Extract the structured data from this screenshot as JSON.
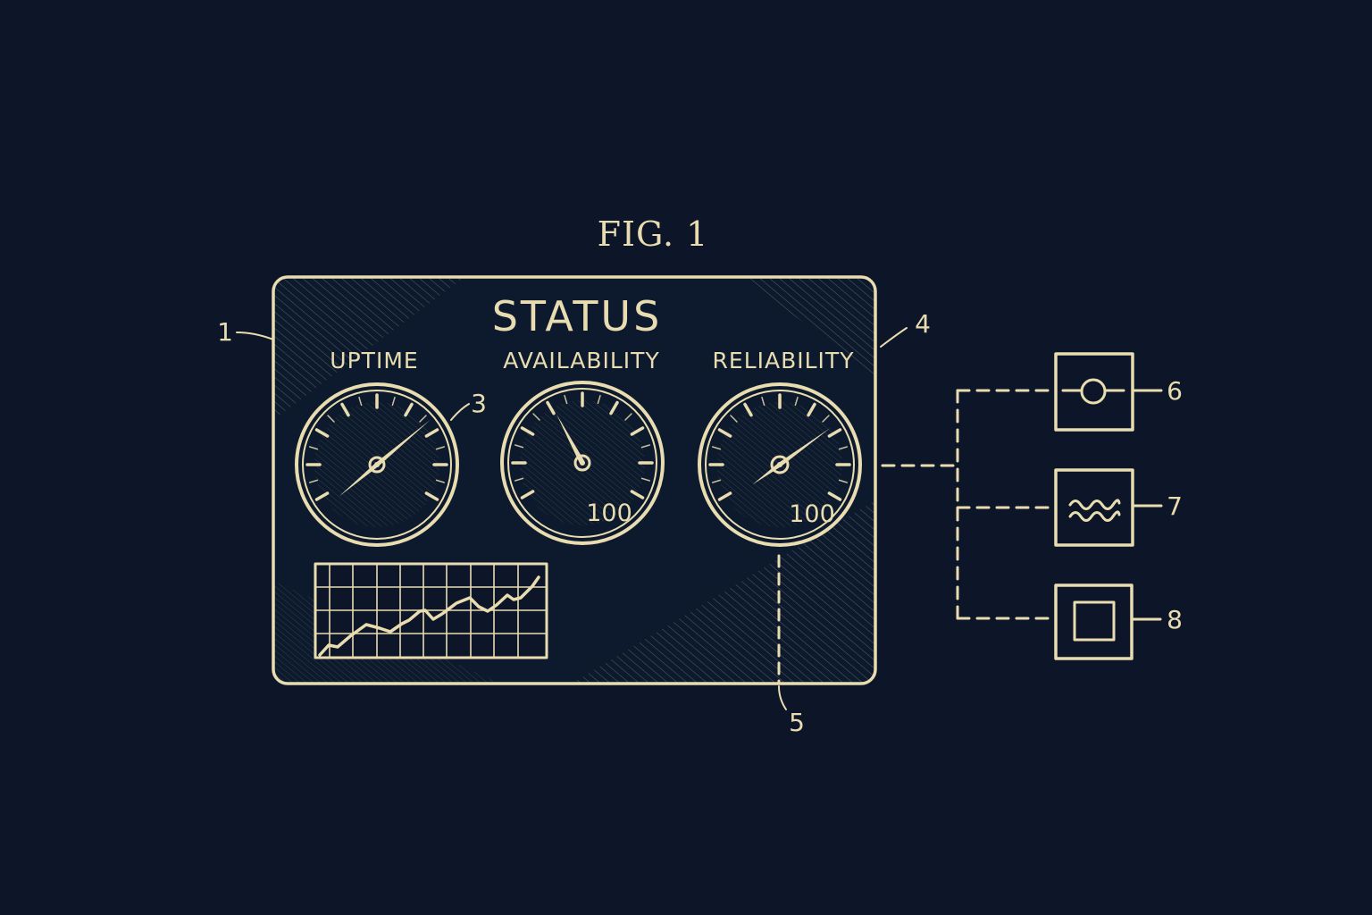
{
  "figure": {
    "title": "FIG. 1"
  },
  "panel": {
    "title": "STATUS",
    "callout": "1",
    "right_edge_callout": "4",
    "gauges": [
      {
        "label": "UPTIME",
        "scale_label": "",
        "callout": "3",
        "needle_angle_deg": 45
      },
      {
        "label": "AVAILABILITY",
        "scale_label": "100",
        "callout": "",
        "needle_angle_deg": -25
      },
      {
        "label": "RELIABILITY",
        "scale_label": "100",
        "callout": "5",
        "needle_angle_deg": 50
      }
    ],
    "trend_chart": {
      "grid_rows": 4,
      "grid_cols": 10,
      "trend": "rising"
    }
  },
  "peripherals": [
    {
      "callout": "6",
      "symbol": "circle-on-line"
    },
    {
      "callout": "7",
      "symbol": "double-wave"
    },
    {
      "callout": "8",
      "symbol": "inner-square"
    }
  ],
  "colors": {
    "background": "#0c1628",
    "ink": "#e8dcb0"
  }
}
